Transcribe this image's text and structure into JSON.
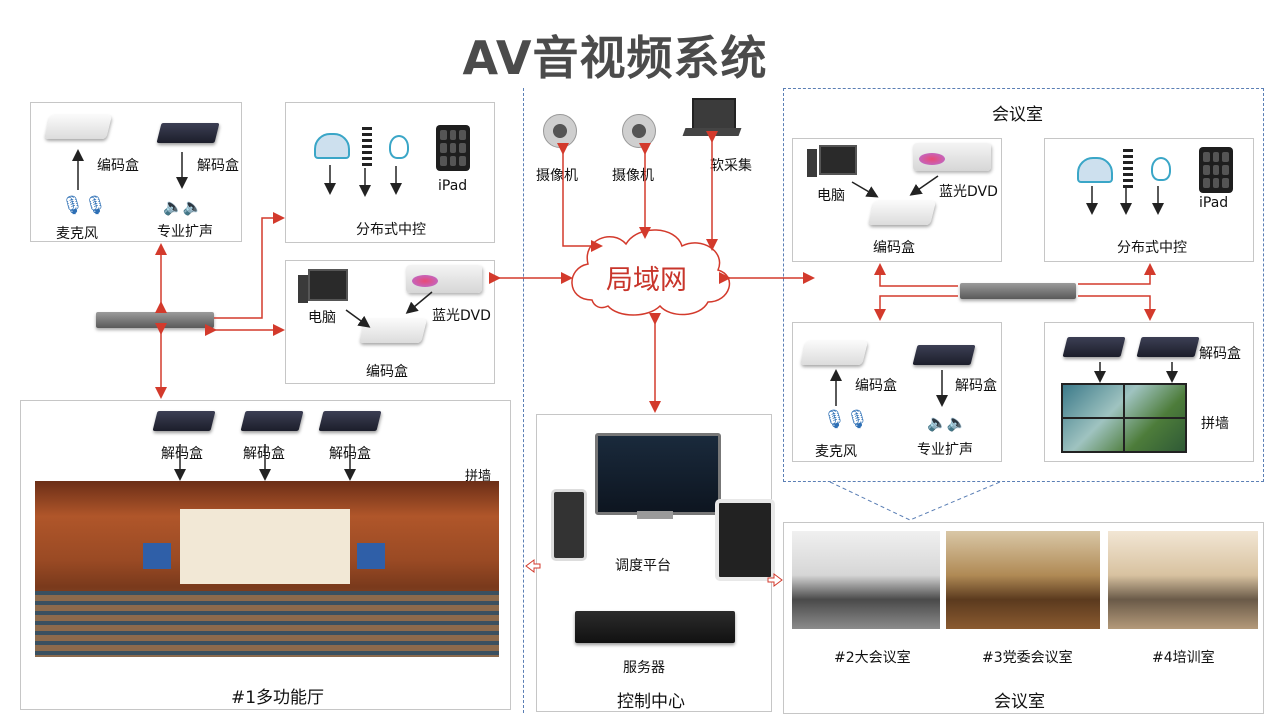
{
  "title": "AV音视频系统",
  "lan": "局域网",
  "colors": {
    "arrow": "#d33a2c",
    "dashed": "#5b7fb5",
    "lan_text": "#c8352b"
  },
  "left_top": {
    "encoder": "编码盒",
    "decoder": "解码盒",
    "mic": "麦克风",
    "speaker": "专业扩声"
  },
  "dist_control": {
    "ipad": "iPad",
    "label": "分布式中控"
  },
  "pc_panel": {
    "pc": "电脑",
    "bluray": "蓝光DVD",
    "encoder": "编码盒"
  },
  "hall": {
    "decoders": [
      "解码盒",
      "解码盒",
      "解码盒"
    ],
    "wall": "拼墙",
    "caption": "#1多功能厅"
  },
  "sources": {
    "camera1": "摄像机",
    "camera2": "摄像机",
    "soft": "软采集"
  },
  "control_center": {
    "platform": "调度平台",
    "server": "服务器",
    "caption": "控制中心"
  },
  "meeting_room": {
    "title": "会议室",
    "pc": "电脑",
    "bluray": "蓝光DVD",
    "encoder": "编码盒",
    "ipad": "iPad",
    "dist": "分布式中控",
    "encoder2": "编码盒",
    "decoder2": "解码盒",
    "mic": "麦克风",
    "speaker": "专业扩声",
    "decoder3": "解码盒",
    "wall": "拼墙"
  },
  "rooms": {
    "r2": "#2大会议室",
    "r3": "#3党委会议室",
    "r4": "#4培训室",
    "caption": "会议室"
  }
}
